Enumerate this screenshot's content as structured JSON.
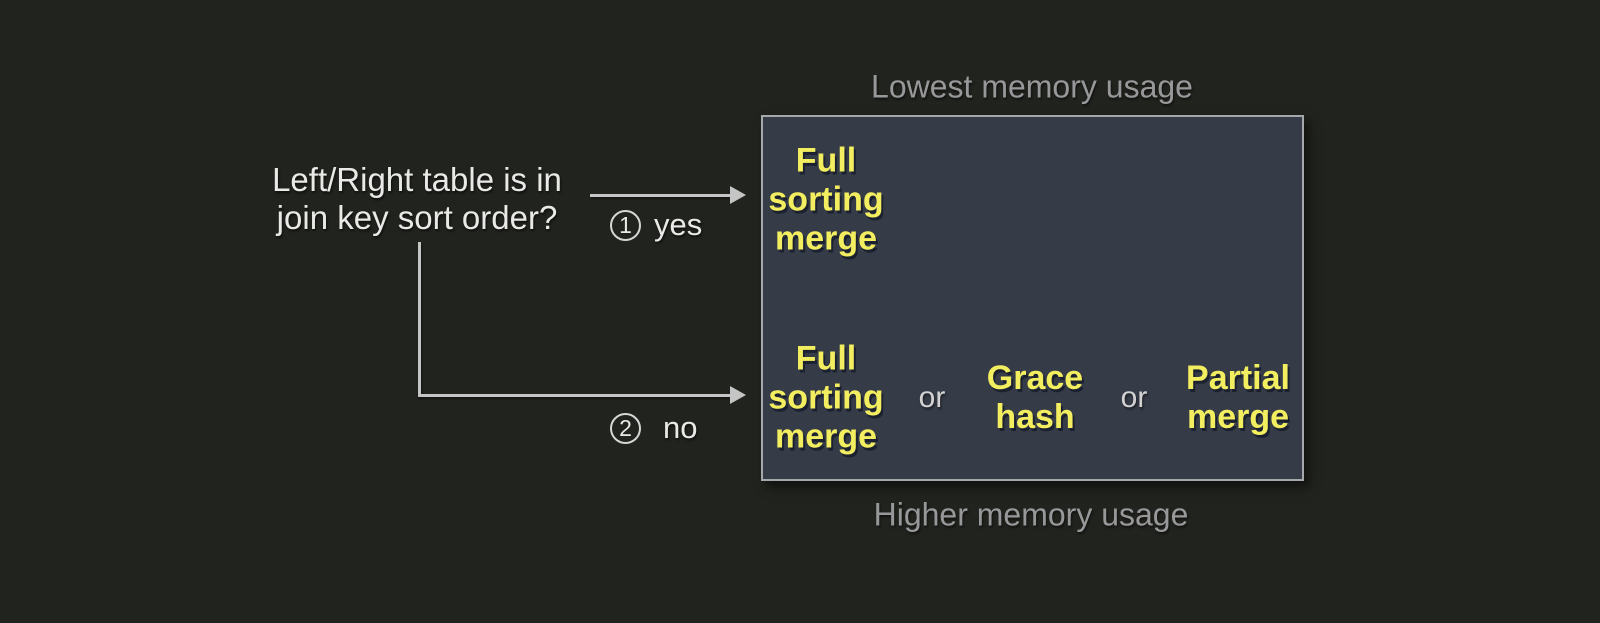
{
  "colors": {
    "canvas_background": "#21231e",
    "box_fill": "#353b47",
    "box_border": "#a6a8ab",
    "algorithm_text": "#f3ee5f",
    "memory_label_text": "#98989a",
    "question_text": "#e9e9e7",
    "connector": "#c5c5c5",
    "or_text": "#d2d2d2"
  },
  "question": {
    "text": "Left/Right table is in\njoin key sort order?"
  },
  "branches": {
    "yes": {
      "marker": "1",
      "label": "yes"
    },
    "no": {
      "marker": "2",
      "label": "no"
    }
  },
  "memory_scale": {
    "top": "Lowest memory usage",
    "bottom": "Higher memory usage"
  },
  "options": {
    "sorted": {
      "algo": "Full\nsorting\nmerge"
    },
    "unsorted": {
      "algo1": "Full\nsorting\nmerge",
      "separator1": "or",
      "algo2": "Grace\nhash",
      "separator2": "or",
      "algo3": "Partial\nmerge"
    }
  }
}
